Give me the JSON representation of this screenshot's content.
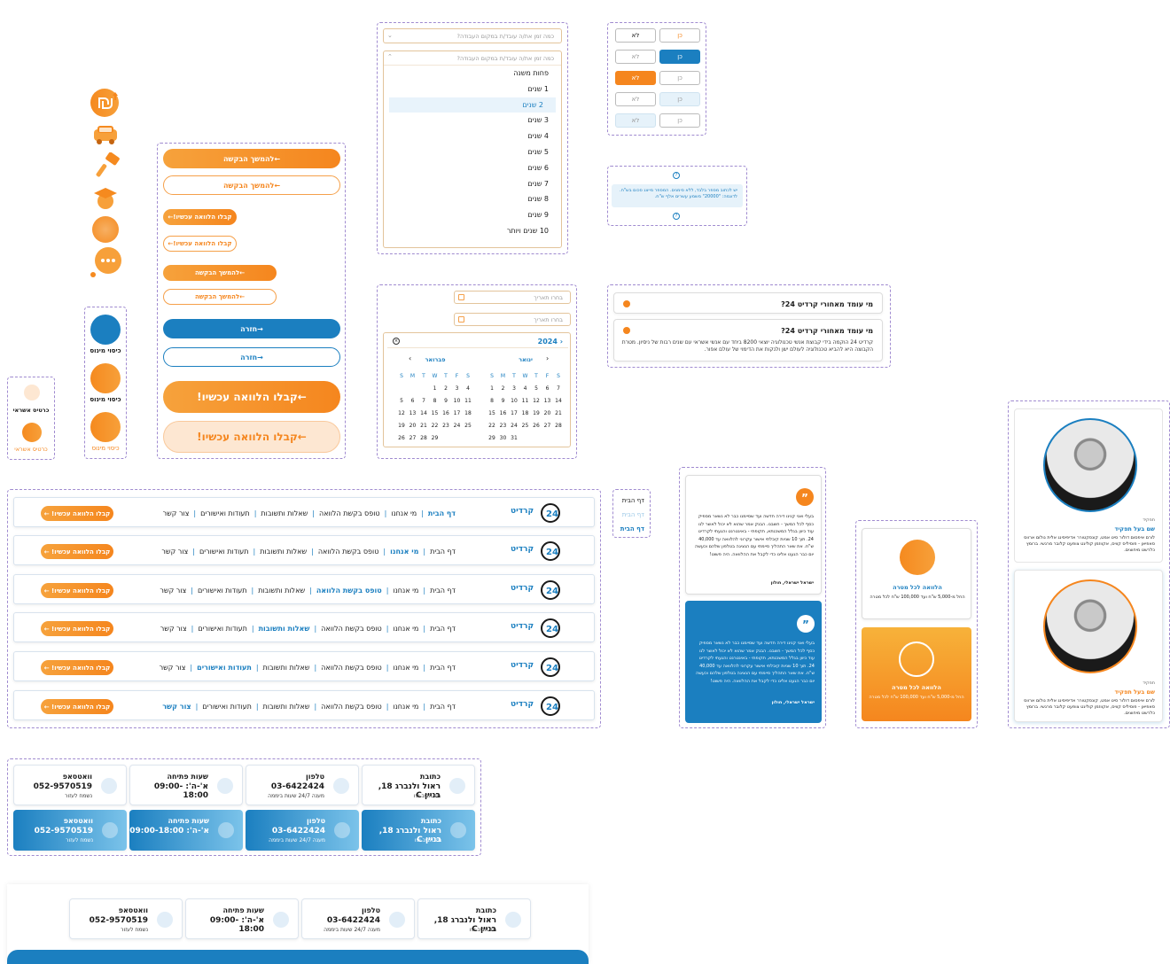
{
  "brand": {
    "orange": "#f5861e",
    "blue": "#1b7fc0",
    "logo_text": "קרדיט"
  },
  "icons_column": [
    "shekel-up-icon",
    "car-icon",
    "paint-brush-icon",
    "graduation-globe-icon",
    "globe-icon",
    "chat-bubble-icon"
  ],
  "left_cards": {
    "credit_cards": [
      {
        "label": "כרטיס אשראי"
      },
      {
        "label": "כרטיס אשראי"
      }
    ],
    "mitun": [
      {
        "label": "כיסוי מינוס"
      },
      {
        "label": "כיסוי מינוס"
      },
      {
        "label": "כיסוי מינוס"
      }
    ]
  },
  "buttons": {
    "continue_request": "להמשך הבקשה",
    "get_loan_now_small": "קבלו הלוואה עכשיו!",
    "back": "חזרה",
    "get_loan_now_large": "קבלו הלוואה עכשיו!"
  },
  "dropdown": {
    "placeholder": "כמה זמן את/ה עובד/ת במקום העבודה?",
    "options": [
      "פחות משנה",
      "1 שנים",
      "2 שנים",
      "3 שנים",
      "4 שנים",
      "5 שנים",
      "6 שנים",
      "7 שנים",
      "8 שנים",
      "9 שנים",
      "10 שנים ויותר"
    ],
    "selected_index": 2
  },
  "yes_no": {
    "yes": "כן",
    "no": "לא"
  },
  "tooltip": {
    "text": "יש לכתוב מספר בלבד, ללא סימנים. המספר מייצג סכום בש\"ח. לדוגמה: \"20000\" משמע עשרים אלף ש\"ח."
  },
  "date_picker": {
    "placeholder": "בחרו תאריך",
    "year": "2024",
    "months": [
      {
        "name": "ינואר",
        "offset": 0,
        "days": 31
      },
      {
        "name": "פברואר",
        "offset": 3,
        "days": 29
      }
    ],
    "weekdays": [
      "S",
      "M",
      "T",
      "W",
      "T",
      "F",
      "S"
    ]
  },
  "faq": {
    "question": "מי עומד מאחורי קרדיט 24?",
    "answer": "קרדיט 24 הוקמה בידי קבוצת אנשי טכנולוגיה יוצאי 8200 ביחד עם אנשי אשראי עם שנים רבות של ניסיון. מטרת הקבוצה היא להביא טכנולוגיה לעולם ישן ולנקות את הדימוי של עולם אפור."
  },
  "nav": {
    "items": [
      "דף הבית",
      "מי אנחנו",
      "טופס בקשת הלוואה",
      "שאלות ותשובות",
      "תעודות ואישורים",
      "צור קשר"
    ],
    "cta": "קבלו הלוואה עכשיו!",
    "mini": [
      "דף הבית",
      "דף הבית",
      "דף הבית"
    ]
  },
  "testimonial": {
    "text": "בעלי ואני קנינו דירה חדשה ועד שסיימנו כבר לא נשאר מספיק כסף לכל המשך - חשבנו. הבנק אמר שהוא לא יכול לאשר לנו עוד כיוון בגלל המשכנתא, תקופתי - באינטרנט והגעתי לקרדיט 24. תוך 10 שניות קיבלתי אישור עקרוני להלוואה עד 40,000 ש\"ח. את שאר התהליך סיימתי עם הנציגה בטלפון שלהם וכעשה יום כבר הגענו אלינו כדי לקבל את ההלוואה. היה פשוט!",
    "author": "ישראל ישראלי, חולון"
  },
  "loan_card": {
    "title": "הלוואה לכל מטרה",
    "desc": "החל מ-5,000 ש\"ח ועד 100,000 ש\"ח לכל מטרה"
  },
  "team": {
    "role": "תפקיד",
    "name": "שם בעל תפקיד",
    "desc": "לורם איפסום דולור סיט אמט, קונסקטורר אדיפיסינג אלית נולום ארווס סאפיאן - פוסיליס קוויס, אקווזמן קוליגט צופעט קלובר מרגשי. ברומץ כלרשט מיחוצים."
  },
  "contact": [
    {
      "title": "כתובת",
      "line1": "ראול ולנברג 18, בניין C",
      "line2": "תל אביב יפו",
      "icon": "location-icon"
    },
    {
      "title": "טלפון",
      "line1": "03-6422424",
      "line2": "מענה 24/7 שעות ביממה",
      "icon": "phone-icon"
    },
    {
      "title": "שעות פתיחה",
      "line1": "א'-ה': 09:00-18:00",
      "line2": "",
      "icon": "clock-icon"
    },
    {
      "title": "וואטסאפ",
      "line1": "052-9570519",
      "line2": "נשמח לעזור",
      "icon": "whatsapp-icon"
    }
  ]
}
